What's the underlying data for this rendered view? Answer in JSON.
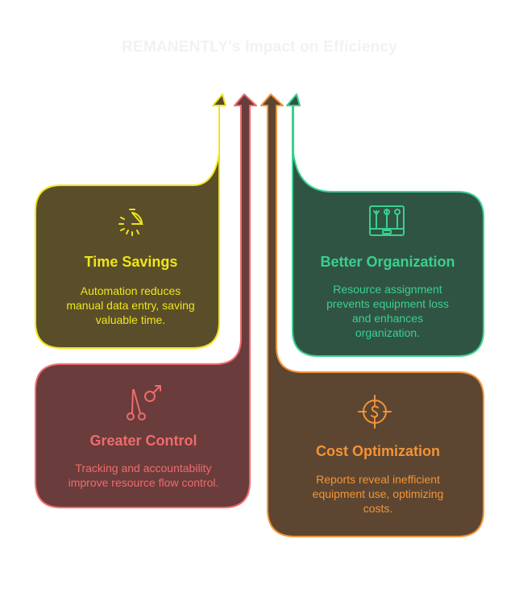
{
  "title": "REMANENTLY's Impact on Efficiency",
  "colors": {
    "time": "#f0e51a",
    "time_fill": "#5a4e2a",
    "control": "#ef6b6b",
    "control_fill": "#6a3c3c",
    "cost": "#f29438",
    "cost_fill": "#5d4631",
    "org": "#3ad08f",
    "org_fill": "#305443"
  },
  "cards": {
    "time": {
      "icon": "stopwatch-icon",
      "label": "Time Savings",
      "lines": [
        "Automation reduces",
        "manual data entry, saving",
        "valuable time."
      ]
    },
    "org": {
      "icon": "toolbox-icon",
      "label": "Better Organization",
      "lines": [
        "Resource assignment",
        "prevents equipment loss",
        "and enhances",
        "organization."
      ]
    },
    "control": {
      "icon": "scissors-arrow-icon",
      "label": "Greater Control",
      "lines": [
        "Tracking and accountability",
        "improve resource flow control."
      ]
    },
    "cost": {
      "icon": "target-dollar-icon",
      "label": "Cost Optimization",
      "lines": [
        "Reports reveal inefficient",
        "equipment use, optimizing",
        "costs."
      ]
    }
  }
}
